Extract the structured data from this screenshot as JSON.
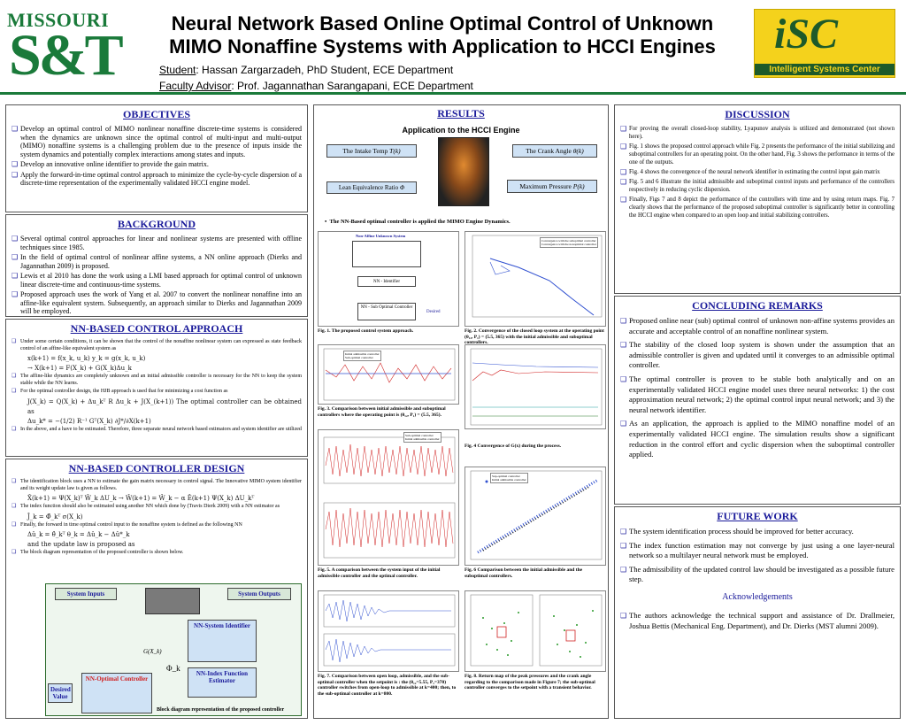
{
  "header": {
    "logo_left_word": "MISSOURI",
    "logo_left_letters": "S&T",
    "title_line1": "Neural Network Based Online Optimal Control of Unknown",
    "title_line2": "MIMO Nonaffine Systems with Application to HCCI Engines",
    "student_label": "Student",
    "student_value": ": Hassan Zargarzadeh, PhD Student, ECE Department",
    "advisor_label": "Faculty Advisor",
    "advisor_value": ": Prof. Jagannathan Sarangapani, ECE Department",
    "logo_right_letters": "iSC",
    "logo_right_caption": "Intelligent Systems Center"
  },
  "objectives": {
    "title": "OBJECTIVES",
    "items": [
      "Develop an optimal control of MIMO nonlinear nonaffine discrete-time systems is considered when the dynamics are unknown since the optimal control of multi-input and multi-output (MIMO) nonaffine systems is a challenging problem due to the presence of inputs inside the system dynamics and potentially complex interactions among states and inputs.",
      "Develop an innovative online identifier to provide the gain matrix.",
      "Apply the forward-in-time optimal control approach to minimize the cycle-by-cycle dispersion of a discrete-time representation of the experimentally validated HCCI engine model."
    ]
  },
  "background": {
    "title": "BACKGROUND",
    "items": [
      "Several optimal control approaches for linear and nonlinear systems are presented with offline techniques since 1985.",
      "In the field of optimal control of nonlinear affine systems, a NN online approach (Dierks and Jagannathan 2009) is proposed.",
      "Lewis et al 2010 has done the work using a LMI based approach for optimal control of unknown linear discrete-time and continuous-time systems.",
      "Proposed approach uses the work of Yang et al. 2007 to convert the nonlinear nonaffine into an affine-like equivalent system. Subsequently, an approach similar to  Dierks and Jagannathan 2009 will be employed."
    ]
  },
  "nn_control": {
    "title": "NN-BASED CONTROL  APPROACH",
    "items": [
      "Under some certain conditions, it can be shown that the control of the nonaffine nonlinear system can expressed as state feedback control of an affine-like equivalent system as",
      "The affine-like dynamics are completely unknown and an initial admissible controller is necessary for the NN to keep the system stable while the NN learns.",
      "For the optimal controller design, the HJB approach is used that for minimizing a cost function as",
      "In the above, and a have to be estimated. Therefore, three separate neural network based estimators and system identifier are utilized"
    ],
    "eq1": "x(k+1) = f(x_k, u_k)    y_k = g(x_k, u_k)",
    "eq2": "→  X(k+1) = F(X_k) + G(X_k)Δu_k",
    "eq3": "J(X_k) = Q(X_k) + Δu_kᵀ R Δu_k + J(X_(k+1))    The optimal controller can be obtained as",
    "eq4": "Δu_k* = −(1/2) R⁻¹ Gᵀ(X_k) ∂J*/∂X(k+1)"
  },
  "nn_design": {
    "title": "NN-BASED CONTROLLER DESIGN",
    "items": [
      "The identification block uses a NN to estimate the gain matrix necessary in control signal. The Innovative MIMO system identifier and its weight update law is given as follows.",
      "The index function should also be estimated using another NN which done by (Travis Dierk 2009) with a NN estimator as",
      "Finally, the forward in time optimal control input to the nonaffine system is defined as the following NN",
      "The block diagram representation of the proposed controller is shown below."
    ],
    "eq1": "X̂(k+1) = Ψ(X_k)ᵀ Ŵ_k ΔU_k → Ŵ(k+1) = Ŵ_k − α Ê(k+1) Ψ(X_k) ΔU_kᵀ",
    "eq2": "Ĵ_k = Φ̂_kᵀ σ(X_k)",
    "eq3": "Δû_k = θ̂_kᵀ θ_k = Δû_k − Δû*_k",
    "eq4": "and the update law is proposed as",
    "block_system_inputs": "System Inputs",
    "block_system_outputs": "System Outputs",
    "block_identifier": "NN-System Identifier",
    "block_index": "NN-Index Function Estimator",
    "block_optimal": "NN-Optimal Controller",
    "block_desired": "Desired Value",
    "label_g": "G(X_k)",
    "label_phi": "Φ_k",
    "caption": "Block diagram representation of the proposed controller"
  },
  "results": {
    "title": "RESULTS",
    "subtitle": "Application to the HCCI Engine",
    "intake": "The Intake Temp",
    "crank": "The Crank Angle",
    "lean": "Lean Equivalence Ratio",
    "pressure": "Maximum Pressure",
    "bullet": "The NN-Based optimal controller is applied the MIMO Engine Dynamics.",
    "fig1_title": "Non-Affine Unknown System",
    "fig1_identifier": "NN - Identifier",
    "fig1_sub": "NN - Sub Optimal Controller",
    "fig1_desired": "Desired",
    "fig1": "Fig. 1. The proposed control system approach.",
    "fig2": "Fig. 2. Convergence of the closed loop system at the operating point (θ₁₂, P₁) = (5.5, 365) with the initial admissible and suboptimal controllers.",
    "fig2_legend1": "Convergence with the suboptimal controller",
    "fig2_legend2": "Convergence with the nonoptimal controller",
    "fig3": "Fig. 3. Comparison between initial admissible and suboptimal controllers where the operating point is (θ₁₂, P₁) = (5.5, 365).",
    "fig3_legend1": "Initial admissible controller",
    "fig3_legend2": "Sub-optimal controller",
    "fig4": "Fig. 4 Convergence of G(x) during the process.",
    "fig5": "Fig. 5. A comparison between the system input of the initial admissible controller and the optimal controller.",
    "fig5_legend1": "Sub-optimal controller",
    "fig5_legend2": "Initial admissible controller",
    "fig6": "Fig. 6 Comparison between the initial admissible and the suboptimal controllers.",
    "fig6_legend1": "Sup-optimal controller",
    "fig6_legend2": "Initial admissible controller",
    "fig7": "Fig. 7. Comparison between open loop, admissible, and the sub-optimal controller when the setpoint is : the (θ₁₂=5.55, P₁=370) controller switches from open-loop to admissible at k=400; then, to the sub-optimal controller at k=800.",
    "fig8": "Fig. 8. Return map of the peak pressures and the crank angle regarding to the comparison made in Figure 7; the sub-optimal controller converges to the setpoint with a transient behavior."
  },
  "discussion": {
    "title": "DISCUSSION",
    "items": [
      "For  proving the overall closed-loop stability, Lyapunov analysis is utilized and demonstrated (not shown here).",
      "Fig. 1 shows the proposed control approach while Fig. 2 presents the performance of the initial stabilizing and suboptimal controllers for an operating point.  On the other hand, Fig. 3 shows the performance  in terms of the one of the outputs.",
      "Fig. 4 shows the convergence of the neural network identifier in estimating the control input gain matrix",
      "Fig. 5 and 6 illustrate the initial admissible and suboptimal control inputs and performance of the controllers respectively in reducing cyclic dispersion.",
      "Finally, Figs 7 and 8 depict the performance of the controllers with time and by using return maps.   Fig. 7 clearly shows that the performance of the proposed suboptimal controller is significantly better in controlling the HCCI engine when compared to an open loop and initial stabilizing controllers."
    ]
  },
  "conclusions": {
    "title": "CONCLUDING REMARKS",
    "items": [
      "Proposed online near (sub) optimal control of unknown non-affine systems provides an accurate and acceptable control of an nonaffine nonlinear system.",
      "The stability of the closed loop system is shown under the assumption that an admissible controller is given and updated until it converges to an admissible optimal controller.",
      "The optimal controller is proven to be stable both analytically and on an experimentally validated HCCI engine model uses three neural networks: 1) the cost approximation neural network; 2) the optimal control input neural network; and 3) the neural network identifier.",
      "As an application, the approach is applied to the MIMO nonaffine model of an experimentally validated HCCI engine. The simulation results show a significant reduction in the control effort and cyclic dispersion when the suboptimal controller applied."
    ]
  },
  "future": {
    "title": "FUTURE WORK",
    "items": [
      "The system identification process should be improved for better accuracy.",
      "The index function estimation may not converge by just using a one layer-neural network so a multilayer neural network must be employed.",
      "The admissibility of the updated control law should be investigated as a possible future step."
    ],
    "ack_title": "Acknowledgements",
    "ack": "The authors acknowledge the technical support and assistance of Dr. Drallmeier, Joshua Bettis (Mechanical Eng. Department), and Dr. Dierks (MST alumni 2009)."
  },
  "colors": {
    "accent": "#1a1a9a",
    "brand": "#1a7a3a",
    "red": "#d02020"
  }
}
